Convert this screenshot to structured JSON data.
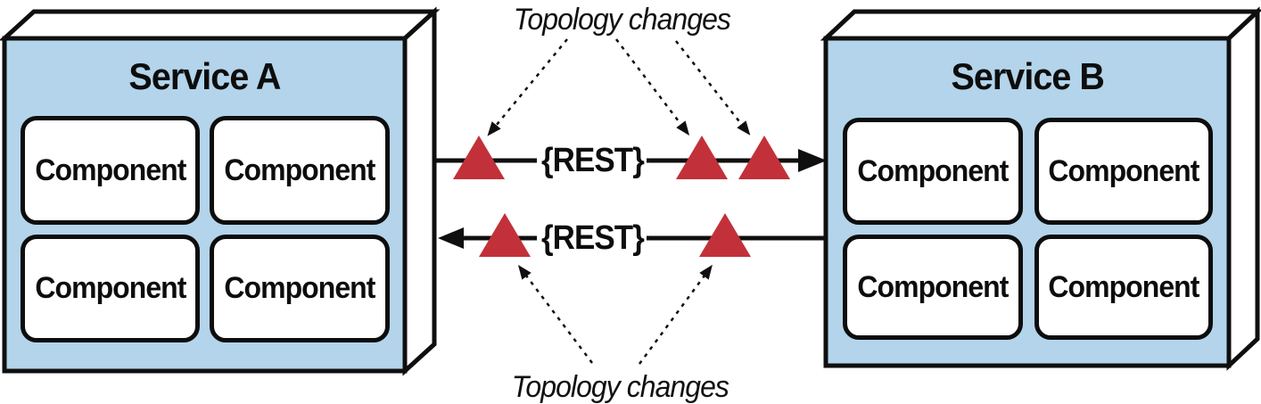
{
  "diagram": {
    "annotations": {
      "top": "Topology changes",
      "bottom": "Topology changes"
    },
    "connections": {
      "top": {
        "label": "{REST}",
        "direction": "service-a-to-service-b",
        "marker_count": 3
      },
      "bottom": {
        "label": "{REST}",
        "direction": "service-b-to-service-a",
        "marker_count": 2
      }
    },
    "services": [
      {
        "title": "Service A",
        "components": [
          "Component",
          "Component",
          "Component",
          "Component"
        ]
      },
      {
        "title": "Service B",
        "components": [
          "Component",
          "Component",
          "Component",
          "Component"
        ]
      }
    ]
  },
  "colors": {
    "service_fill": "#b3d4ea",
    "triangle_red": "#c23139",
    "line_black": "#0f0f0f",
    "box_white": "#ffffff"
  }
}
